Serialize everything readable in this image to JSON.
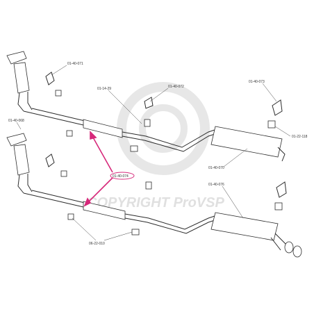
{
  "watermark": {
    "text": "COPYRIGHT ProVSP",
    "color": "#c8c8c8"
  },
  "labels": [
    "01-40-071",
    "01-14-29",
    "01-40-072",
    "01-40-073",
    "01-40-068",
    "01-22-118",
    "01-40-070",
    "01-40-074",
    "01-40-076",
    "06-22-010"
  ],
  "colors": {
    "line": "#2b2b2b",
    "highlight": "#d6287a"
  }
}
